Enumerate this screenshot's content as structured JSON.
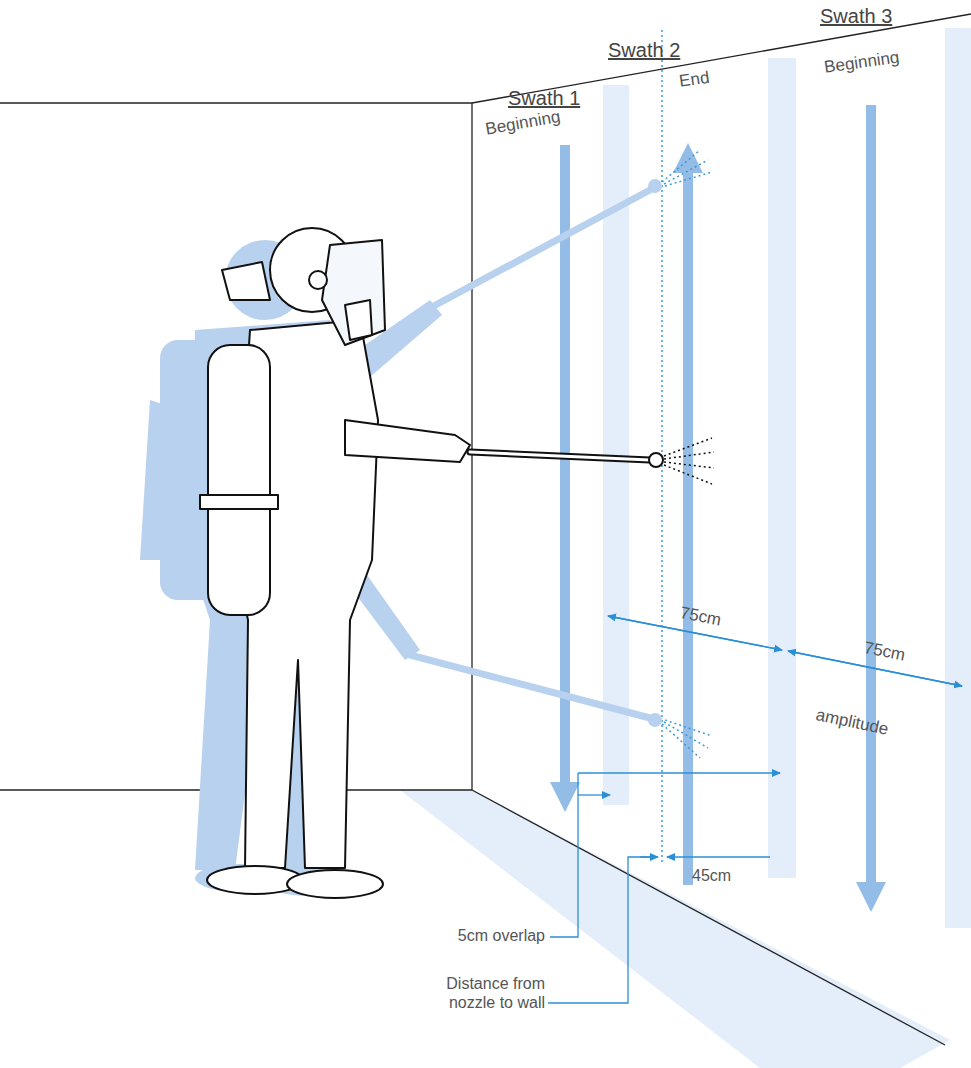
{
  "diagram": {
    "labels": [
      "Swath 1",
      "Swath 2",
      "Swath 3",
      "Beginning",
      "End",
      "Beginning",
      "75cm",
      "75cm",
      "amplitude",
      "5cm overlap",
      "45cm",
      "Distance from nozzle to wall"
    ]
  }
}
